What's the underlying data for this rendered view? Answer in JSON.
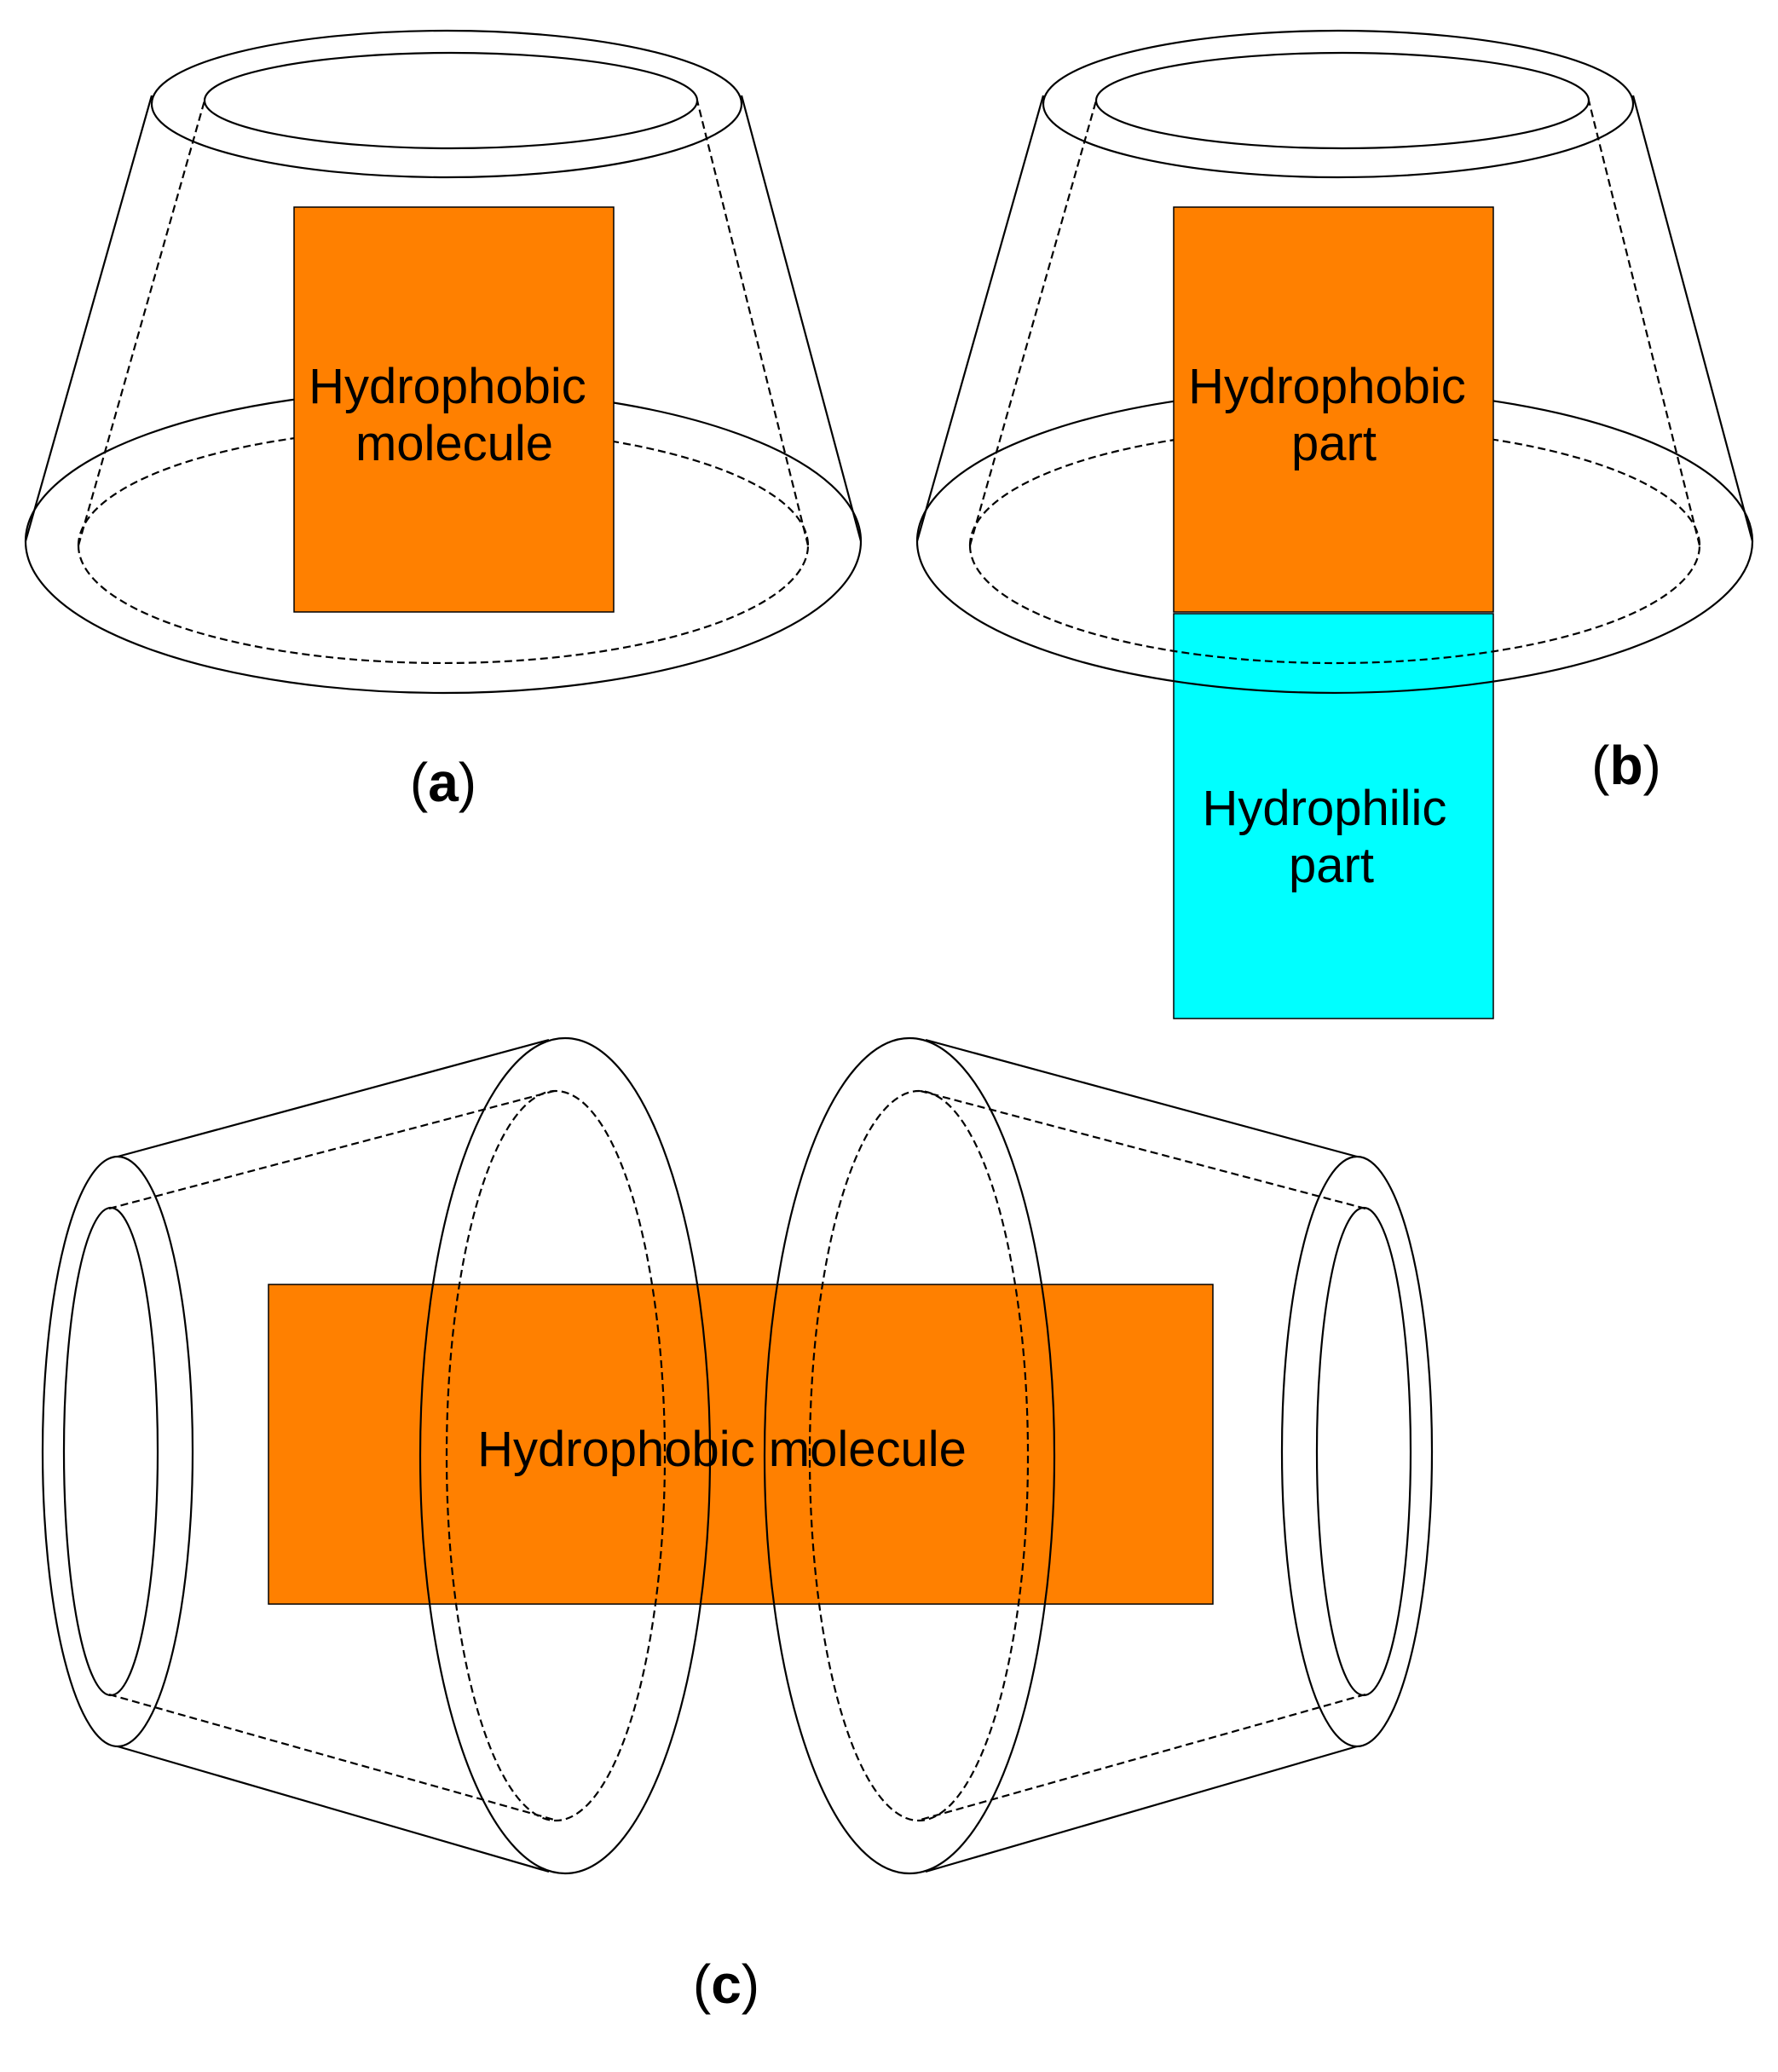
{
  "colors": {
    "hydrophobic": "#FF8000",
    "hydrophilic": "#00FFFF",
    "line": "#000000",
    "background": "#FFFFFF"
  },
  "panel_a": {
    "label": "a",
    "box_line1": "Hydrophobic",
    "box_line2": "molecule"
  },
  "panel_b": {
    "label": "b",
    "upper_line1": "Hydrophobic",
    "upper_line2": "part",
    "lower_line1": "Hydrophilic",
    "lower_line2": "part"
  },
  "panel_c": {
    "label": "c",
    "box_text": "Hydrophobic molecule"
  }
}
